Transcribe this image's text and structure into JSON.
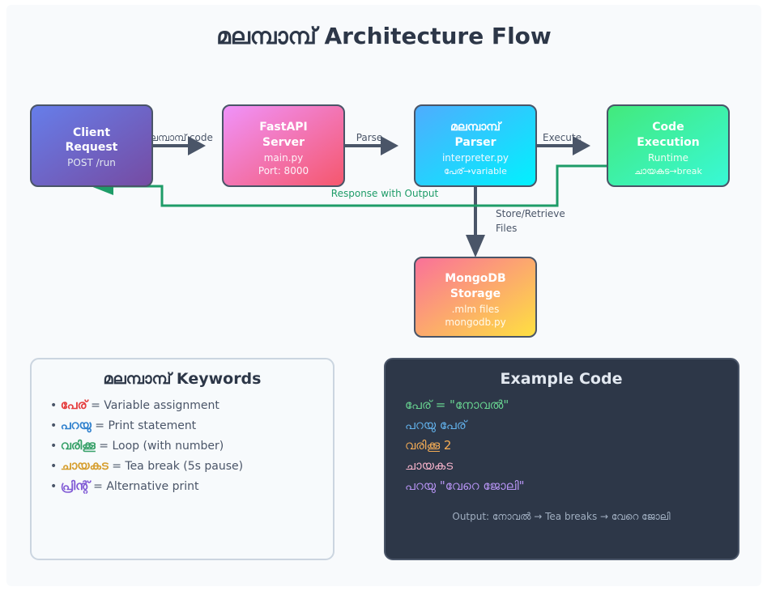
{
  "title": "മലമ്പാമ്പ് Architecture Flow",
  "nodes": {
    "client": {
      "lines": [
        "Client",
        "Request"
      ],
      "sub": [
        "POST /run"
      ]
    },
    "server": {
      "lines": [
        "FastAPI",
        "Server"
      ],
      "sub": [
        "main.py",
        "Port: 8000"
      ]
    },
    "parser": {
      "lines": [
        "മലമ്പാമ്പ്",
        "Parser"
      ],
      "sub": [
        "interpreter.py",
        "പേര്→variable"
      ]
    },
    "execution": {
      "lines": [
        "Code",
        "Execution"
      ],
      "sub": [
        "Runtime",
        "ചായകട→break"
      ]
    },
    "storage": {
      "lines": [
        "MongoDB",
        "Storage"
      ],
      "sub": [
        ".mlm files",
        "mongodb.py"
      ]
    }
  },
  "edges": {
    "client_server": "മലമ്പാമ്പ് code",
    "server_parser": "Parse",
    "parser_execution": "Execute",
    "parser_storage": [
      "Store/Retrieve",
      "Files"
    ],
    "response": "Response with Output"
  },
  "keywords": {
    "title": "മലമ്പാമ്പ് Keywords",
    "items": [
      {
        "bullet": "•",
        "word": "പേര്",
        "desc": " = Variable assignment",
        "color": "#e53e3e"
      },
      {
        "bullet": "•",
        "word": "പറയു",
        "desc": " = Print statement",
        "color": "#3182ce"
      },
      {
        "bullet": "•",
        "word": "വരിക്കൂ",
        "desc": " = Loop (with number)",
        "color": "#38a169"
      },
      {
        "bullet": "•",
        "word": "ചായകട",
        "desc": " = Tea break (5s pause)",
        "color": "#d69e2e"
      },
      {
        "bullet": "•",
        "word": "പ്രിന്റ്",
        "desc": " = Alternative print",
        "color": "#805ad5"
      }
    ]
  },
  "example": {
    "title": "Example Code",
    "lines": [
      {
        "text": "പേര് = \"നോവൽ\"",
        "color": "#68d391"
      },
      {
        "text": "പറയു പേര്",
        "color": "#63b3ed"
      },
      {
        "text": "വരിക്കൂ 2",
        "color": "#f6ad55"
      },
      {
        "text": "ചായകട",
        "color": "#fbb6ce"
      },
      {
        "text": "പറയു \"വേറെ ജോലി\"",
        "color": "#b794f4"
      }
    ],
    "output": "Output: നോവൽ → Tea breaks → വേറെ ജോലി"
  },
  "colors": {
    "arrow": "#4a5568",
    "response": "#1e9c68",
    "background": "#f8fafc",
    "code_bg": "#2d3748"
  }
}
